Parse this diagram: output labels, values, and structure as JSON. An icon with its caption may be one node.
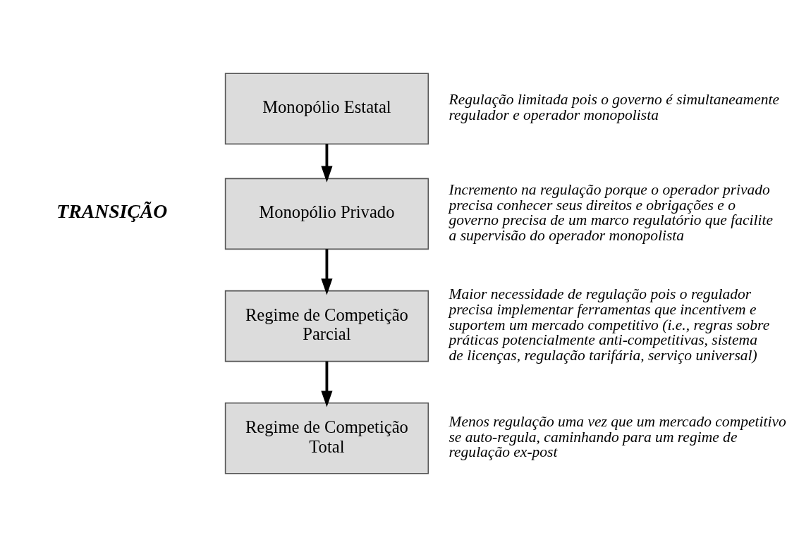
{
  "diagram": {
    "nodes": [
      {
        "text": [
          "Monopólio Estatal"
        ],
        "beside": [
          "Regulação limitada pois o governo é simultaneamente regulador e operador monopolista"
        ]
      },
      {
        "text": [
          "Monopólio Privado"
        ],
        "beside": [
          "Incremento na regulação porque o operador privado precisa conhecer seus direitos e obrigações e o governo precisa de um marco regulatório que facilite a supervisão do operador monopolista"
        ]
      },
      {
        "text": [
          "Regime de Competição Parcial"
        ],
        "beside": [
          "Maior necessidade de regulação pois o regulador precisa implementar ferramentas que incentivem e suportem um mercado competitivo (i.e., regras sobre práticas potencialmente anti-competitivas, sistema de licenças, regulação tarifária, serviço universal)"
        ]
      },
      {
        "text": [
          "Regime de Competição Total"
        ],
        "beside": [
          "Menos regulação uma vez que um mercado competitivo se auto-regula, caminhando para um regime de regulação ex-post"
        ]
      }
    ],
    "edges": [
      {
        "from": 0,
        "to": 1,
        "arrow": "to"
      },
      {
        "from": 1,
        "to": 2,
        "arrow": "to"
      },
      {
        "from": 2,
        "to": 3,
        "arrow": "to"
      }
    ],
    "labels": [
      "TRANSIÇÃO"
    ]
  }
}
